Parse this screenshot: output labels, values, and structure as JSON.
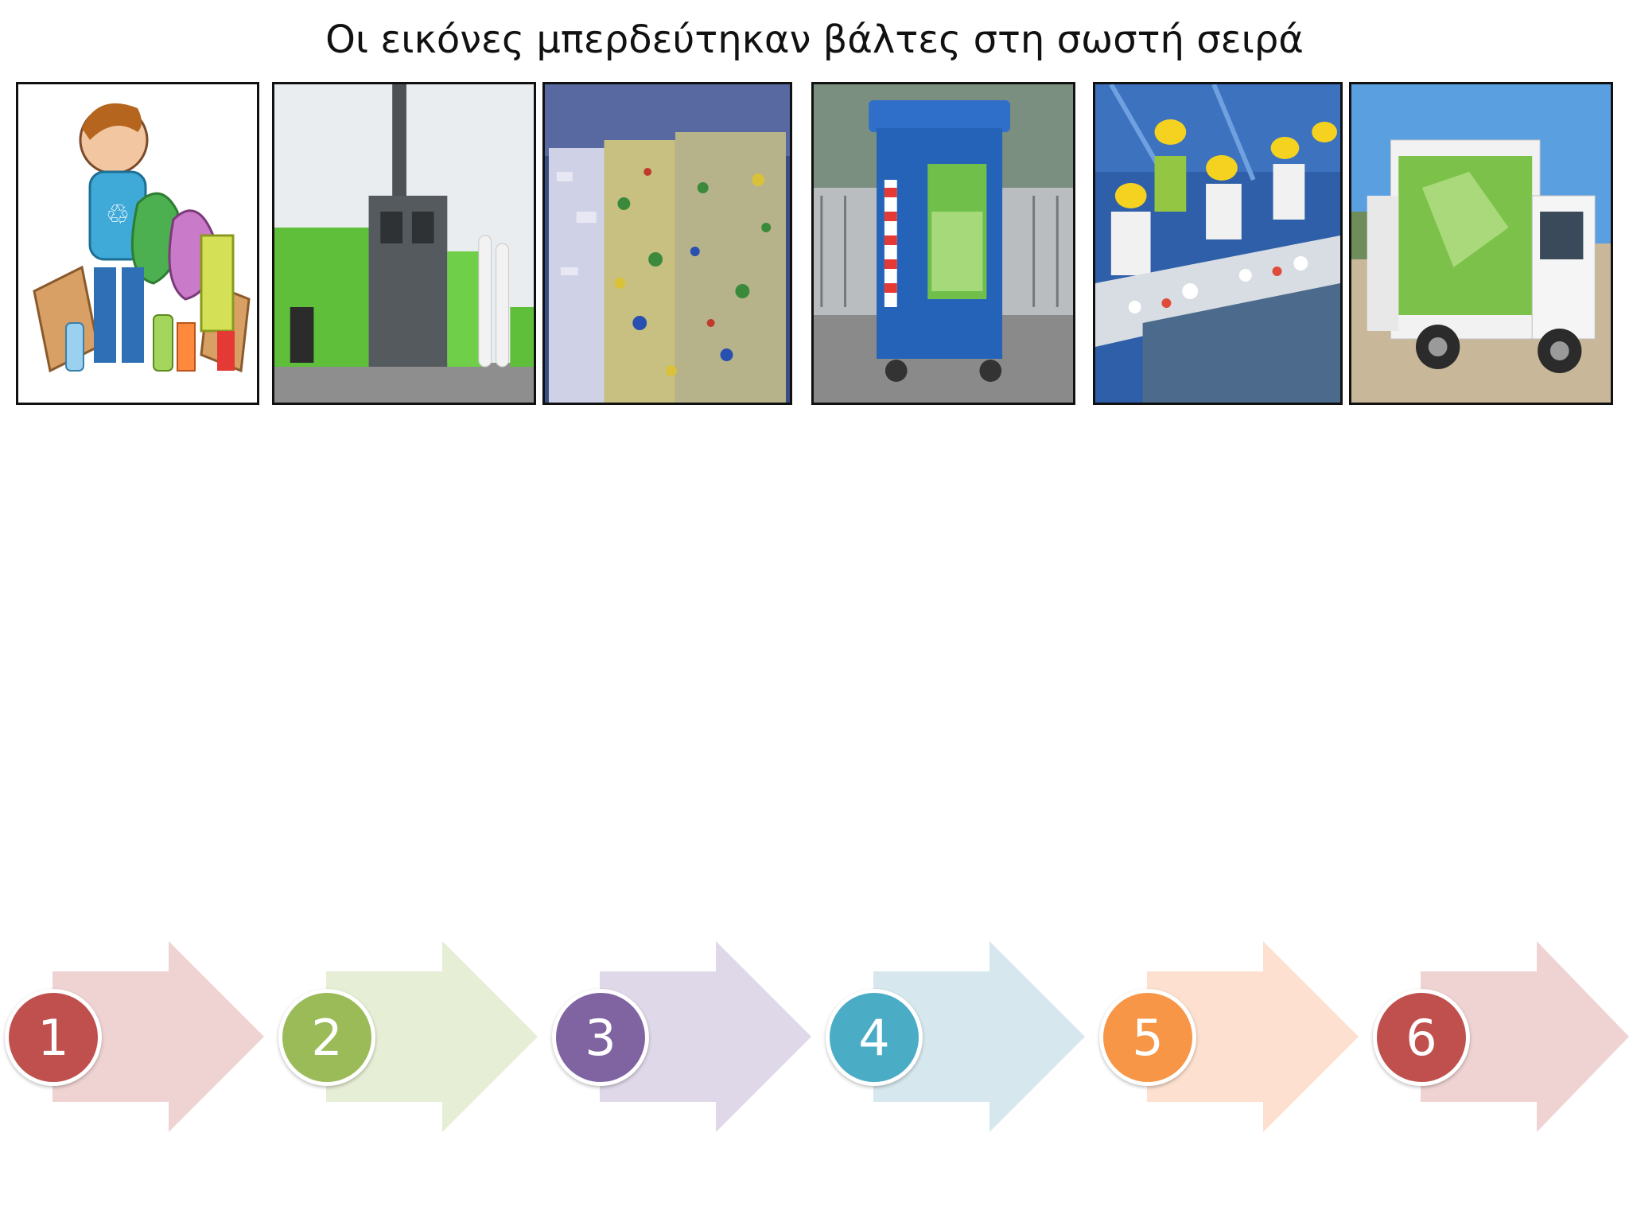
{
  "title": "Οι εικόνες μπερδεύτηκαν βάλτες στη σωστή σειρά",
  "images": [
    {
      "subject": "cartoon boy with recycling bags and boxes"
    },
    {
      "subject": "recycling plant building with chimney"
    },
    {
      "subject": "compressed bales of recycled material"
    },
    {
      "subject": "blue recycling bin"
    },
    {
      "subject": "workers sorting recyclables on conveyor"
    },
    {
      "subject": "recycling collection truck"
    }
  ],
  "steps": [
    {
      "label": "1",
      "circle_color": "#C0504D",
      "arrow_color": "#EFD3D2"
    },
    {
      "label": "2",
      "circle_color": "#9BBB59",
      "arrow_color": "#E6EED5"
    },
    {
      "label": "3",
      "circle_color": "#8064A2",
      "arrow_color": "#DFD8E8"
    },
    {
      "label": "4",
      "circle_color": "#4BACC6",
      "arrow_color": "#D6E8EE"
    },
    {
      "label": "5",
      "circle_color": "#F79646",
      "arrow_color": "#FDE0CF"
    },
    {
      "label": "6",
      "circle_color": "#C0504D",
      "arrow_color": "#EFD3D2"
    }
  ]
}
